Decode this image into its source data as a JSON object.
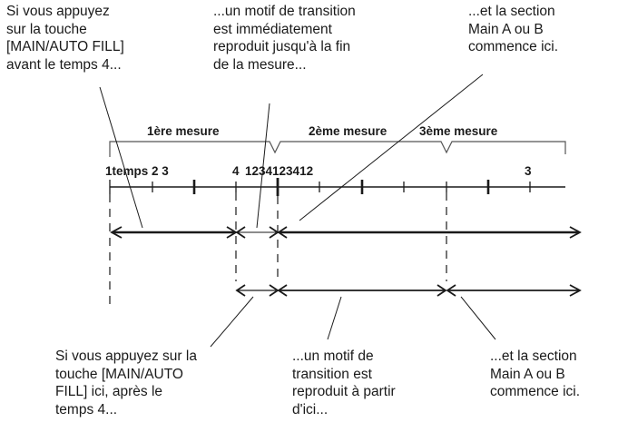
{
  "captions": {
    "top_left": "Si vous appuyez\nsur la touche\n[MAIN/AUTO FILL]\navant le temps 4...",
    "top_middle": "...un motif de transition\nest immédiatement\nreproduit jusqu'à la fin\nde la mesure...",
    "top_right": "...et la section\nMain A ou B\ncommence ici.",
    "bottom_left": "Si vous appuyez sur la\ntouche [MAIN/AUTO\nFILL] ici, après le\ntemps 4...",
    "bottom_middle": "...un motif de\ntransition est\nreproduit à partir\nd'ici...",
    "bottom_right": "...et la section\nMain A ou B\ncommence ici."
  },
  "measures": {
    "first": "1ère mesure",
    "second": "2ème mesure",
    "third": "3ème mesure"
  },
  "beat_labels": {
    "start": "1temps 2 3",
    "four": "4",
    "sequence": "1234123412",
    "three": "3"
  }
}
